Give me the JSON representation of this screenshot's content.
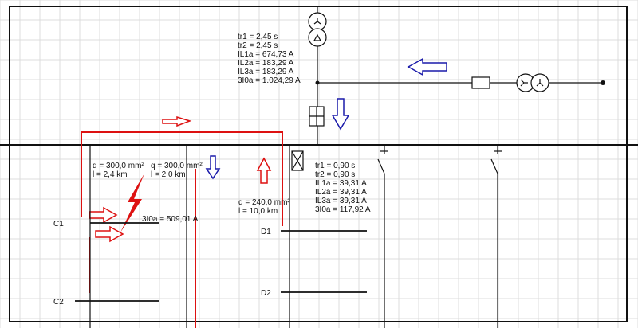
{
  "network": {
    "upper_results": [
      "tr1 = 2,45 s",
      "tr2 = 2,45 s",
      "IL1a = 674,73 A",
      "IL2a = 183,29 A",
      "IL3a = 183,29 A",
      "3I0a = 1.024,29 A"
    ],
    "feeder_results": [
      "tr1 = 0,90 s",
      "tr2 = 0,90 s",
      "IL1a = 39,31 A",
      "IL2a = 39,31 A",
      "IL3a = 39,31 A",
      "3I0a = 117,92 A"
    ],
    "cable1": [
      "q = 300,0 mm²",
      "l = 2,4 km"
    ],
    "cable2": [
      "q = 300,0 mm²",
      "l = 2,0 km"
    ],
    "cable3": [
      "q = 240,0 mm²",
      "l = 10,0 km"
    ],
    "fault_current": "3I0a = 509,01 A",
    "nodes": {
      "c1": "C1",
      "c2": "C2",
      "d1": "D1",
      "d2": "D2"
    },
    "colors": {
      "fault": "#dd1111",
      "flow_arrow": "#1a1aaa",
      "line": "#111111",
      "grid": "#dcdcdc"
    }
  }
}
